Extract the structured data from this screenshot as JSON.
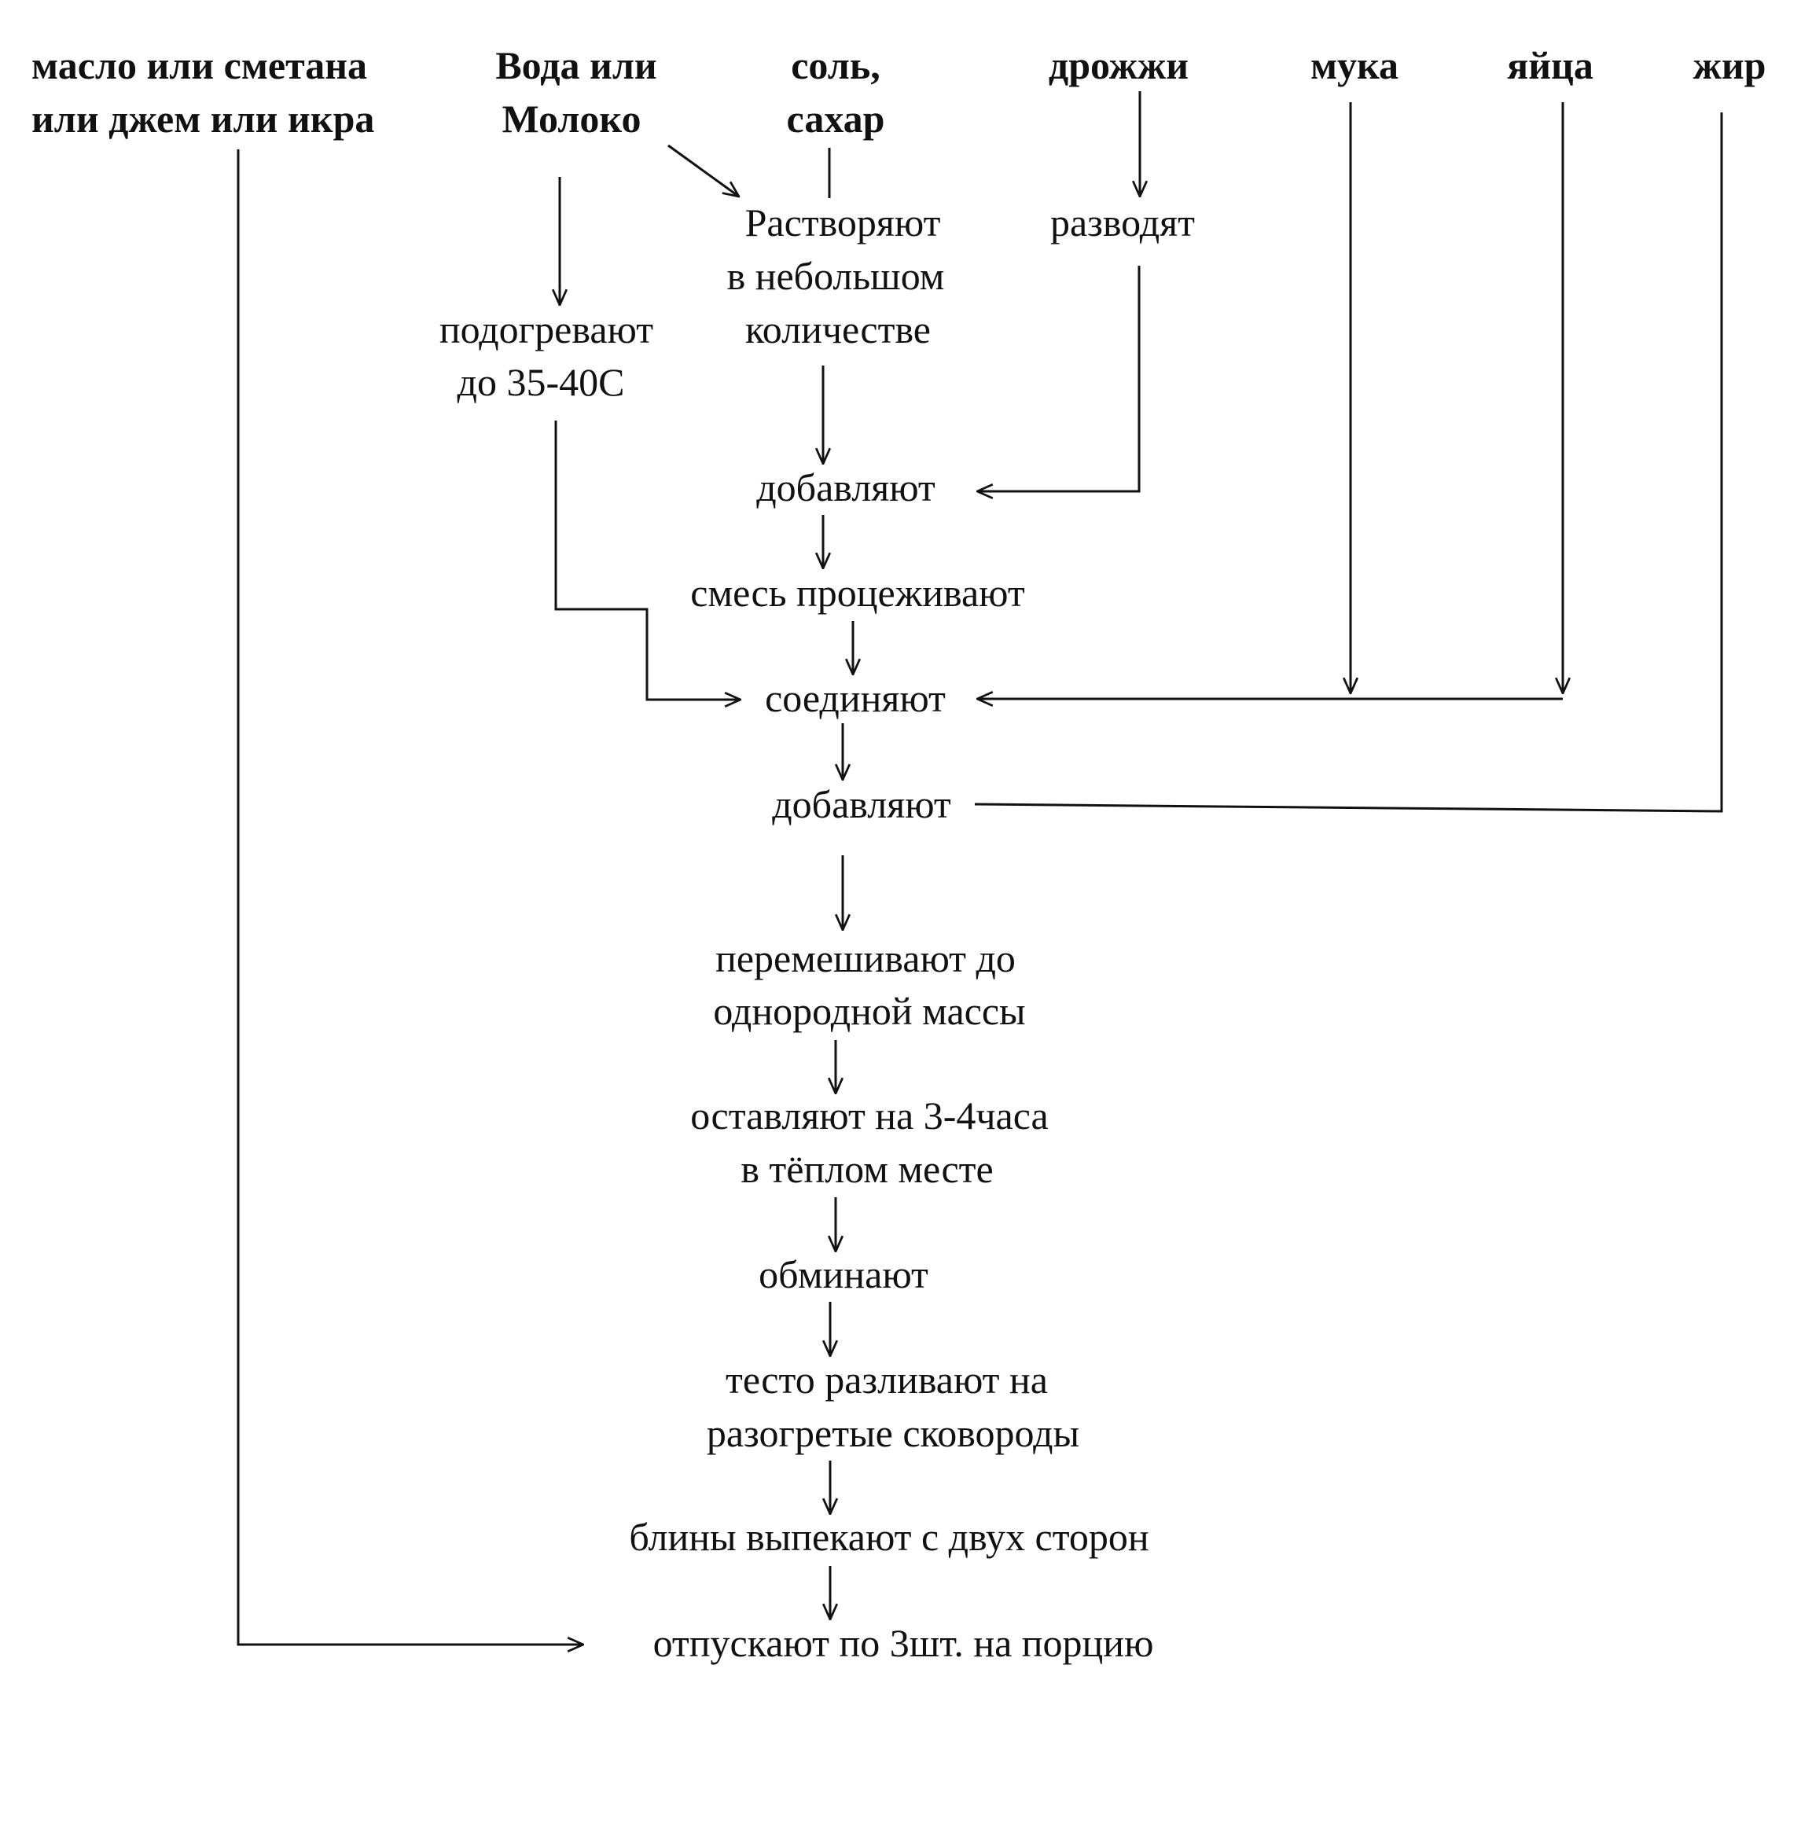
{
  "ingredients": {
    "topping": [
      "масло или сметана",
      "или джем или икра"
    ],
    "liquid": [
      "Вода или",
      "Молоко"
    ],
    "salt_sugar": [
      "соль,",
      "сахар"
    ],
    "yeast": "дрожжи",
    "flour": "мука",
    "eggs": "яйца",
    "fat": "жир"
  },
  "steps": {
    "dissolve": [
      "Растворяют",
      "в небольшом",
      "количестве"
    ],
    "dilute": "разводят",
    "warm": [
      "подогревают",
      "до 35-40С"
    ],
    "add_1": "добавляют",
    "strain": "смесь процеживают",
    "combine": "соединяют",
    "add_2": "добавляют",
    "mix": [
      "перемешивают до",
      "однородной массы"
    ],
    "rest": [
      "оставляют на 3-4часа",
      "в тёплом месте"
    ],
    "knead": "обминают",
    "pour": [
      "тесто разливают на",
      "разогретые сковороды"
    ],
    "bake": "блины выпекают с двух сторон",
    "serve": "отпускают по 3шт. на порцию"
  }
}
